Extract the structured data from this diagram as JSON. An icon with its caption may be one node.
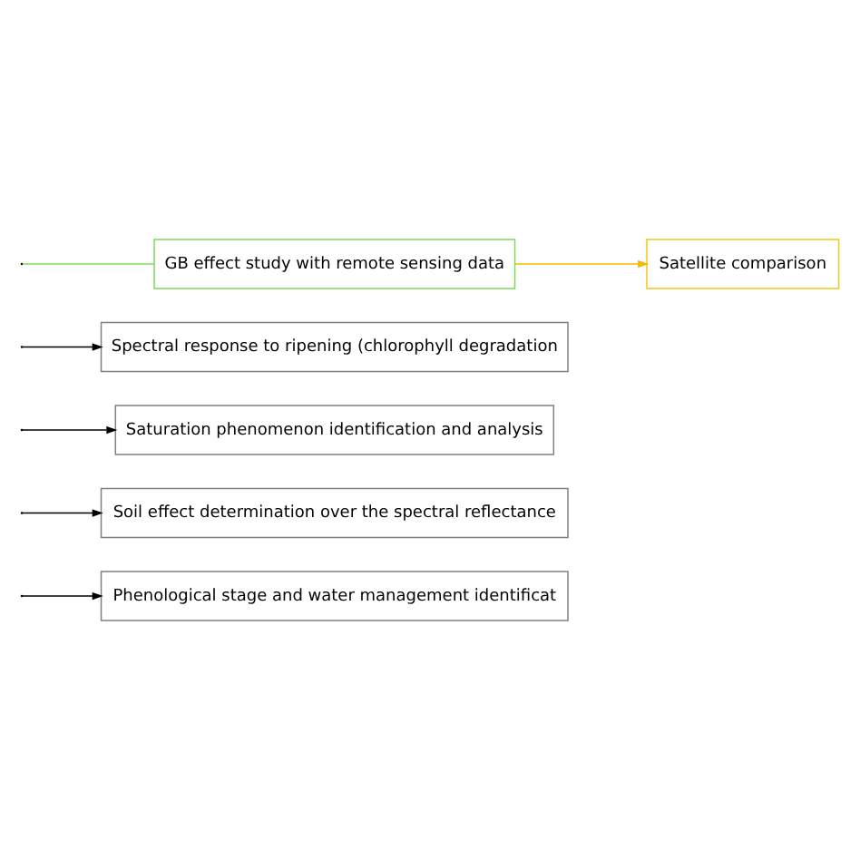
{
  "diagram": {
    "nodes": [
      {
        "text": [
          "Phenological stage and water management identificat"
        ]
      },
      {
        "text": [
          "Soil effect determination over the spectral reflectance"
        ]
      },
      {
        "text": [
          "Saturation phenomenon identification and analysis"
        ]
      },
      {
        "text": [
          "Spectral response to ripening (chlorophyll degradation"
        ]
      },
      {
        "text": [
          "GB effect study with remote sensing data"
        ]
      },
      {
        "text": [
          "Satellite comparison"
        ]
      }
    ],
    "edges": [
      {
        "from": null,
        "to": 0,
        "arrow": "to"
      },
      {
        "from": null,
        "to": 1,
        "arrow": "to"
      },
      {
        "from": null,
        "to": 2,
        "arrow": "to"
      },
      {
        "from": null,
        "to": 3,
        "arrow": "to"
      },
      {
        "from": null,
        "to": 4,
        "arrow": "none",
        "color": "#7ed957"
      },
      {
        "from": 4,
        "to": 5,
        "arrow": "to",
        "color": "#f5b800"
      }
    ]
  }
}
